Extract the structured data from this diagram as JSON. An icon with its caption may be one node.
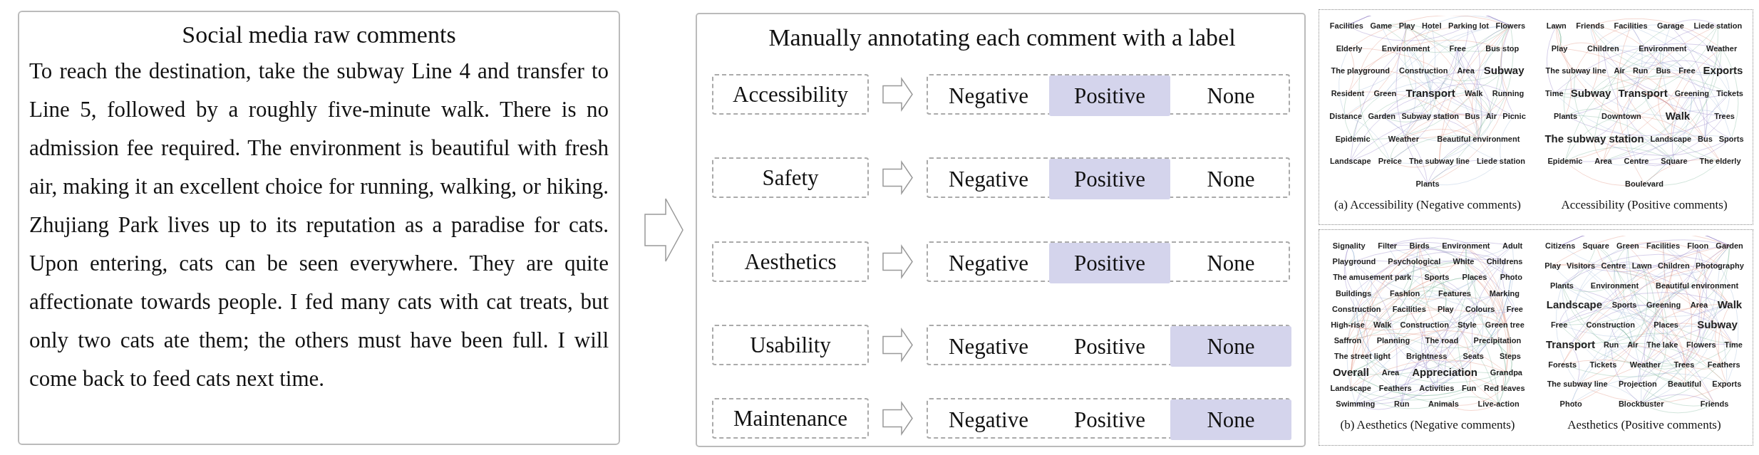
{
  "diagram": {
    "nodes": [
      {
        "text": [
          "Social media raw comments",
          "To reach the destination, take the subway Line 4 and transfer to Line 5, followed by a roughly five-minute walk. There is no admission fee required. The environment is beautiful with fresh air, making it an excellent choice for running, walking, or hiking. Zhujiang Park lives up to its reputation as a paradise for cats. Upon entering, cats can be seen everywhere. They are quite affectionate towards people. I fed many cats with cat treats, but only two cats ate them; the others must have been full.  I will come back to feed cats next time."
        ]
      },
      {
        "text": [
          "Manually annotating each comment with a label"
        ]
      },
      {
        "text": [
          "Accessibility"
        ],
        "in": 1
      },
      {
        "text": [],
        "shape": "box",
        "in": 1
      },
      {
        "text": [
          "Negative"
        ],
        "in": 3
      },
      {
        "text": [
          "Positive"
        ],
        "in": 3
      },
      {
        "text": [
          "None"
        ],
        "in": 3
      },
      {
        "text": [
          "Safety"
        ],
        "in": 1
      },
      {
        "text": [],
        "shape": "box",
        "in": 1
      },
      {
        "text": [
          "Negative"
        ],
        "in": 8
      },
      {
        "text": [
          "Positive"
        ],
        "in": 8
      },
      {
        "text": [
          "None"
        ],
        "in": 8
      },
      {
        "text": [
          "Aesthetics"
        ],
        "in": 1
      },
      {
        "text": [],
        "shape": "box",
        "in": 1
      },
      {
        "text": [
          "Negative"
        ],
        "in": 13
      },
      {
        "text": [
          "Positive"
        ],
        "in": 13
      },
      {
        "text": [
          "None"
        ],
        "in": 13
      },
      {
        "text": [
          "Usability"
        ],
        "in": 1
      },
      {
        "text": [],
        "shape": "box",
        "in": 1
      },
      {
        "text": [
          "Negative"
        ],
        "in": 18
      },
      {
        "text": [
          "Positive"
        ],
        "in": 18
      },
      {
        "text": [
          "None"
        ],
        "in": 18
      },
      {
        "text": [
          "Maintenance"
        ],
        "in": 1
      },
      {
        "text": [],
        "shape": "box",
        "in": 1
      },
      {
        "text": [
          "Negative"
        ],
        "in": 23
      },
      {
        "text": [
          "Positive"
        ],
        "in": 23
      },
      {
        "text": [
          "None"
        ],
        "in": 23
      },
      {
        "text": [],
        "shape": "box"
      },
      {
        "text": [
          "Facilities",
          "Game",
          "Play",
          "Hotel",
          "Parking lot",
          "Flowers",
          "Elderly",
          "Environment",
          "Free",
          "Bus stop",
          "The playground",
          "Construction",
          "Area",
          "Subway",
          "Resident",
          "Green",
          "Transport",
          "Walk",
          "Running",
          "Distance",
          "Garden",
          "Subway station",
          "Bus",
          "Air",
          "Picnic",
          "Epidemic",
          "Weather",
          "Beautiful environment",
          "Landscape",
          "Preice",
          "The subway line",
          "Liede station",
          "Plants"
        ],
        "in": 27,
        "beside": [
          "(a) Accessibility (Negative comments)"
        ]
      },
      {
        "text": [
          "Lawn",
          "Friends",
          "Facilities",
          "Garage",
          "Liede station",
          "Play",
          "Children",
          "Environment",
          "Weather",
          "The subway line",
          "Air",
          "Run",
          "Bus",
          "Free",
          "Exports",
          "Time",
          "Subway",
          "Transport",
          "Greening",
          "Tickets",
          "Plants",
          "Downtown",
          "Walk",
          "Trees",
          "The subway station",
          "Landscape",
          "Bus",
          "Sports",
          "Epidemic",
          "Area",
          "Centre",
          "Square",
          "The elderly",
          "Boulevard"
        ],
        "in": 27,
        "beside": [
          "Accessibility (Positive comments)"
        ]
      },
      {
        "text": [],
        "shape": "box"
      },
      {
        "text": [
          "Signality",
          "Filter",
          "Birds",
          "Environment",
          "Adult",
          "Playground",
          "Psychological",
          "White",
          "Childrens",
          "The amusement park",
          "Sports",
          "Places",
          "Photo",
          "Buildings",
          "Fashion",
          "Features",
          "Marking",
          "Construction",
          "Facilities",
          "Play",
          "Colours",
          "Free",
          "High-rise",
          "Walk",
          "Construction",
          "Style",
          "Green tree",
          "Saffron",
          "Planning",
          "The road",
          "Precipitation",
          "The street light",
          "Brightness",
          "Seats",
          "Steps",
          "Overall",
          "Area",
          "Appreciation",
          "Grandpa",
          "Landscape",
          "Feathers",
          "Activities",
          "Fun",
          "Red leaves",
          "Swimming",
          "Run",
          "Animals",
          "Live-action"
        ],
        "in": 30,
        "beside": [
          "(b) Aesthetics (Negative comments)"
        ]
      },
      {
        "text": [
          "Citizens",
          "Square",
          "Green",
          "Facilities",
          "Floon",
          "Garden",
          "Play",
          "Visitors",
          "Centre",
          "Lawn",
          "Children",
          "Photography",
          "Plants",
          "Environment",
          "Beautiful environment",
          "Landscape",
          "Sports",
          "Greening",
          "Area",
          "Walk",
          "Free",
          "Construction",
          "Places",
          "Subway",
          "Transport",
          "Run",
          "Air",
          "The lake",
          "Flowers",
          "Time",
          "Forests",
          "Tickets",
          "Weather",
          "Trees",
          "Feathers",
          "The subway line",
          "Projection",
          "Beautiful",
          "Exports",
          "Photo",
          "Blockbuster",
          "Friends"
        ],
        "in": 30,
        "beside": [
          "Aesthetics (Positive comments)"
        ]
      }
    ],
    "edges": [
      {
        "from": 0,
        "to": 1,
        "arrow": "to"
      },
      {
        "from": 2,
        "to": 3,
        "arrow": "to"
      },
      {
        "from": 7,
        "to": 8,
        "arrow": "to"
      },
      {
        "from": 12,
        "to": 13,
        "arrow": "to"
      },
      {
        "from": 17,
        "to": 18,
        "arrow": "to"
      },
      {
        "from": 22,
        "to": 23,
        "arrow": "to"
      }
    ]
  }
}
